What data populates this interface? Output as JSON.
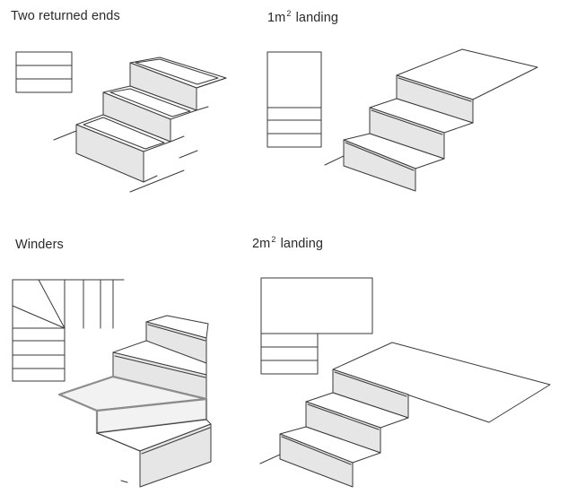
{
  "panels": {
    "returned_ends": {
      "title": "Two returned ends"
    },
    "landing_1m": {
      "title_pre": "1m",
      "title_sup": "2",
      "title_post": " landing"
    },
    "winders": {
      "title": "Winders"
    },
    "landing_2m": {
      "title_pre": "2m",
      "title_sup": "2",
      "title_post": " landing"
    }
  },
  "colors": {
    "line": "#3a3a3a",
    "riser_fill": "#e6e6e6",
    "winder_stroke": "#8c8c8c"
  }
}
